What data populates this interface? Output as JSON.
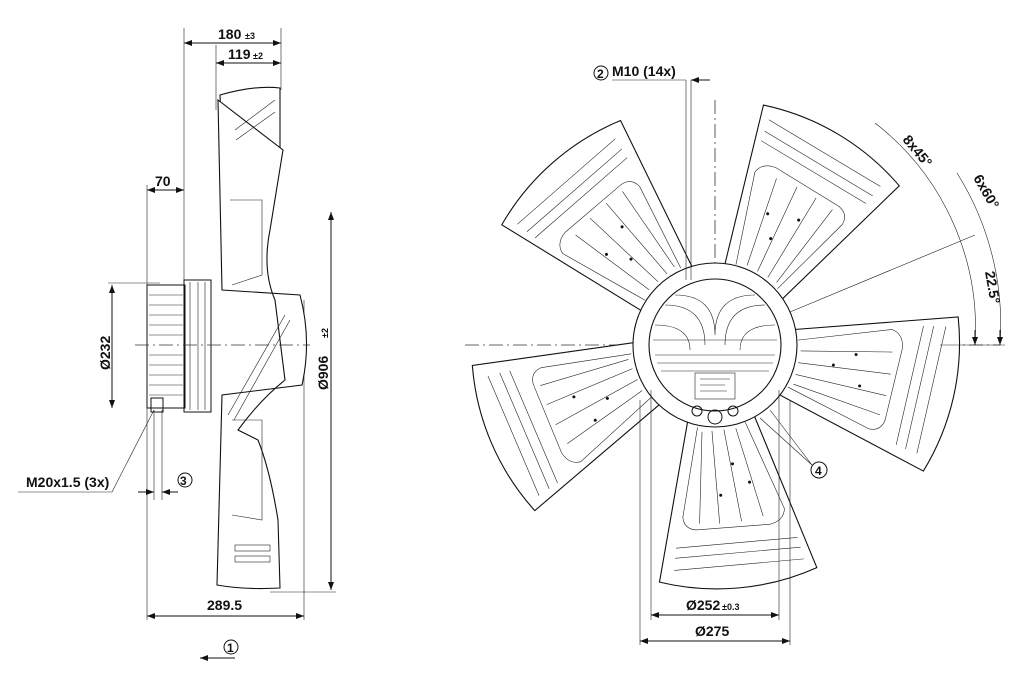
{
  "side_view": {
    "dim_total_depth": "180",
    "dim_total_depth_tol": "±3",
    "dim_blade_depth": "119",
    "dim_blade_depth_tol": "±2",
    "dim_motor_depth": "70",
    "dim_motor_diameter": "Ø232",
    "dim_fan_diameter": "Ø906",
    "dim_fan_diameter_tol": "±2",
    "cable_gland_label": "M20x1.5 (3x)",
    "callout_3": "3",
    "dim_overall_length": "289.5",
    "callout_1": "1"
  },
  "front_view": {
    "callout_2": "2",
    "bolt_label": "M10 (14x)",
    "angle_8x45": "8x45°",
    "angle_6x60": "6x60°",
    "angle_offset": "22.5°",
    "callout_4": "4",
    "dim_bolt_circle": "Ø252",
    "dim_bolt_circle_tol": "±0.3",
    "dim_flange": "Ø275"
  }
}
